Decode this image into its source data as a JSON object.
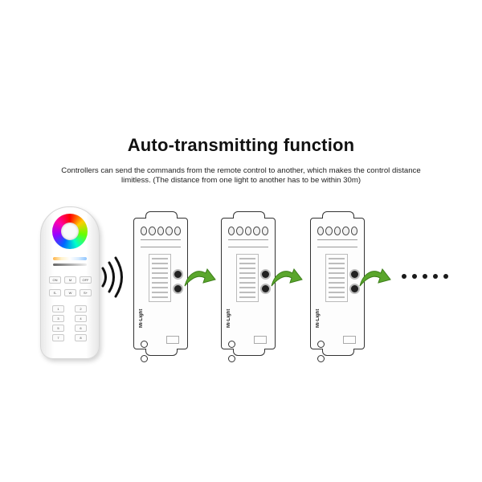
{
  "header": {
    "title": "Auto-transmitting function",
    "description": "Controllers can send the commands from the remote control to another, which makes the control distance limitless. (The distance from one light to another has to be within 30m)"
  },
  "remote": {
    "buttons": [
      "ON",
      "M",
      "OFF",
      "S-",
      "W",
      "S+",
      "1",
      "2",
      "3",
      "4",
      "5",
      "6",
      "7",
      "8"
    ]
  },
  "controllers": [
    {
      "brand": "Mi·Light"
    },
    {
      "brand": "Mi·Light"
    },
    {
      "brand": "Mi·Light"
    }
  ],
  "colors": {
    "arrow": "#5aa62c",
    "arrow_dark": "#3d7f1a",
    "outline": "#333333"
  },
  "icons": [
    "wireless-signal-icon",
    "curved-arrow-icon",
    "ellipsis-dots-icon"
  ]
}
